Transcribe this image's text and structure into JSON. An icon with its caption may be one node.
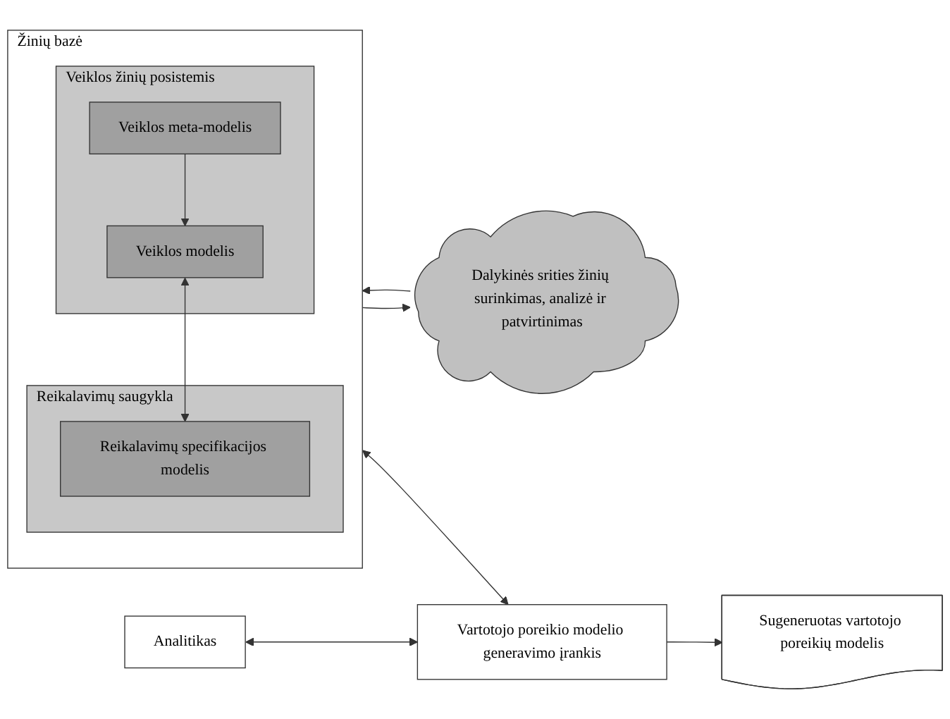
{
  "diagram": {
    "nodes": [
      {
        "text": [
          "Dalykinės srities žinių surinkimas, analizė ir patvirtinimas"
        ]
      },
      {
        "text": [
          "Žinių bazė"
        ]
      },
      {
        "text": [
          "Veiklos žinių posistemis"
        ],
        "in": 1
      },
      {
        "text": [
          "Veiklos meta-modelis"
        ],
        "in": 2
      },
      {
        "text": [
          "Veiklos modelis"
        ],
        "in": 2
      },
      {
        "text": [
          "Reikalavimų saugykla"
        ],
        "in": 1
      },
      {
        "text": [
          "Reikalavimų specifikacijos modelis"
        ],
        "in": 5
      },
      {
        "text": [
          "Analitikas"
        ]
      },
      {
        "text": [
          "Vartotojo poreikio modelio generavimo įrankis"
        ]
      },
      {
        "text": [
          "Sugeneruotas vartotojo poreikių modelis"
        ]
      }
    ],
    "edges": [
      {
        "from": 0,
        "to": 1,
        "arrow": "to"
      },
      {
        "from": 1,
        "to": 0,
        "arrow": "to"
      },
      {
        "from": 3,
        "to": 4,
        "arrow": "to"
      },
      {
        "from": 4,
        "to": 6,
        "arrow": "both"
      },
      {
        "from": 7,
        "to": 8,
        "arrow": "both"
      },
      {
        "from": 1,
        "to": 8,
        "arrow": "both"
      },
      {
        "from": 8,
        "to": 9,
        "arrow": "to"
      }
    ]
  }
}
